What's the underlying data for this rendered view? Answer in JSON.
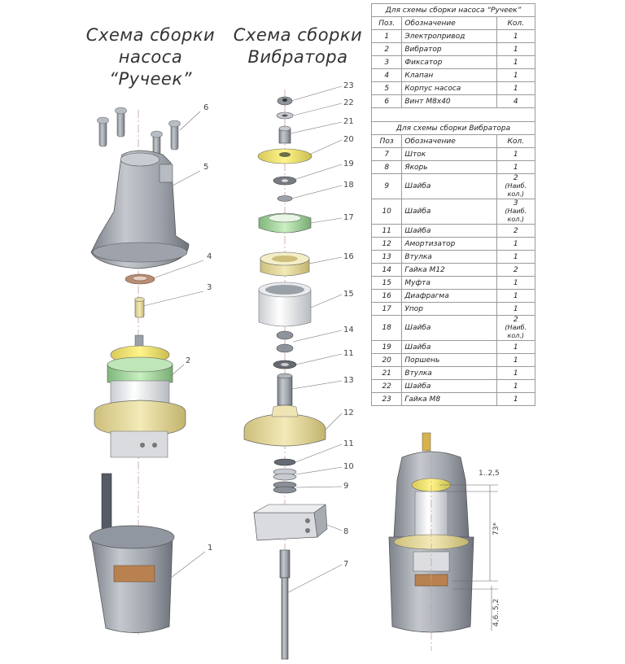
{
  "titles": {
    "rucheek": "Схема сборки\nнасоса “Ручеек”",
    "vibrator": "Схема сборки\nВибратора"
  },
  "table1": {
    "caption": "Для схемы сборки насоса “Ручеек”",
    "headers": {
      "pos": "Поз.",
      "name": "Обозначение",
      "qty": "Кол."
    },
    "rows": [
      {
        "pos": "1",
        "name": "Электропривод",
        "qty": "1"
      },
      {
        "pos": "2",
        "name": "Вибратор",
        "qty": "1"
      },
      {
        "pos": "3",
        "name": "Фиксатор",
        "qty": "1"
      },
      {
        "pos": "4",
        "name": "Клапан",
        "qty": "1"
      },
      {
        "pos": "5",
        "name": "Корпус насоса",
        "qty": "1"
      },
      {
        "pos": "6",
        "name": "Винт М8х40",
        "qty": "4"
      }
    ]
  },
  "table2": {
    "caption": "Для схемы сборки Вибратора",
    "headers": {
      "pos": "Поз",
      "name": "Обозначение",
      "qty": "Кол."
    },
    "rows": [
      {
        "pos": "7",
        "name": "Шток",
        "qty": "1",
        "note": ""
      },
      {
        "pos": "8",
        "name": "Якорь",
        "qty": "1",
        "note": ""
      },
      {
        "pos": "9",
        "name": "Шайба",
        "qty": "2",
        "note": "(Наиб. кол.)"
      },
      {
        "pos": "10",
        "name": "Шайба",
        "qty": "3",
        "note": "(Наиб. кол.)"
      },
      {
        "pos": "11",
        "name": "Шайба",
        "qty": "2",
        "note": ""
      },
      {
        "pos": "12",
        "name": "Амортизатор",
        "qty": "1",
        "note": ""
      },
      {
        "pos": "13",
        "name": "Втулка",
        "qty": "1",
        "note": ""
      },
      {
        "pos": "14",
        "name": "Гайка  М12",
        "qty": "2",
        "note": ""
      },
      {
        "pos": "15",
        "name": "Муфта",
        "qty": "1",
        "note": ""
      },
      {
        "pos": "16",
        "name": "Диафрагма",
        "qty": "1",
        "note": ""
      },
      {
        "pos": "17",
        "name": "Упор",
        "qty": "1",
        "note": ""
      },
      {
        "pos": "18",
        "name": "Шайба",
        "qty": "2",
        "note": "(Наиб. кол.)"
      },
      {
        "pos": "19",
        "name": "Шайба",
        "qty": "1",
        "note": ""
      },
      {
        "pos": "20",
        "name": "Поршень",
        "qty": "1",
        "note": ""
      },
      {
        "pos": "21",
        "name": "Втулка",
        "qty": "1",
        "note": ""
      },
      {
        "pos": "22",
        "name": "Шайба",
        "qty": "1",
        "note": ""
      },
      {
        "pos": "23",
        "name": "Гайка М8",
        "qty": "1",
        "note": ""
      }
    ]
  },
  "callouts": {
    "c1": "1",
    "c2": "2",
    "c3": "3",
    "c4": "4",
    "c5": "5",
    "c6": "6",
    "c7": "7",
    "c8": "8",
    "c9": "9",
    "c10": "10",
    "c11a": "11",
    "c11b": "11",
    "c12": "12",
    "c13": "13",
    "c14": "14",
    "c15": "15",
    "c16": "16",
    "c17": "17",
    "c18": "18",
    "c19": "19",
    "c20": "20",
    "c21": "21",
    "c22": "22",
    "c23": "23"
  },
  "dimensions": {
    "d1": "1..2,5",
    "d2": "73*",
    "d3": "4,6..5,2"
  },
  "colors": {
    "metal": "#a9adb4",
    "yellow": "#f2e86a",
    "green": "#a8d8a0",
    "cream": "#e9dda0",
    "copper": "#c08a5a"
  }
}
